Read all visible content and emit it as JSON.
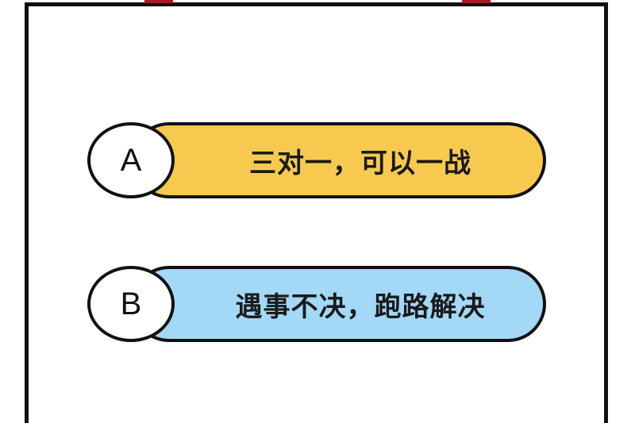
{
  "colors": {
    "border": "#111111",
    "option_a_fill": "#f7ca4f",
    "option_b_fill": "#a3d8f7",
    "badge_fill": "#ffffff",
    "top_tab": "#a51c1c"
  },
  "options": [
    {
      "letter": "A",
      "text": "三对一，可以一战"
    },
    {
      "letter": "B",
      "text": "遇事不决，跑路解决"
    }
  ]
}
